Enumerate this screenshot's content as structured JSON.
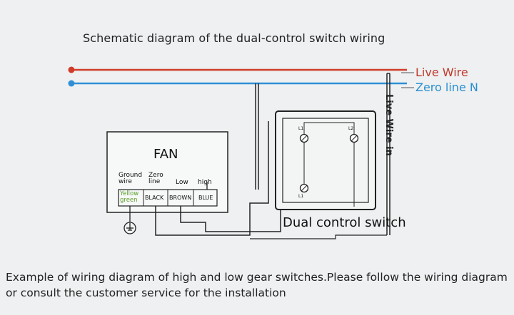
{
  "title": "Schematic diagram of the dual-control switch wiring",
  "wires": {
    "live_label": "Live Wire",
    "zero_label": "Zero line N",
    "live_in_label": "Live Wire in",
    "live_color": "#d23b2a",
    "zero_color": "#2f8fd6"
  },
  "fan": {
    "title": "FAN",
    "ground_label_1": "Ground",
    "ground_label_2": "wire",
    "zero_label_1": "Zero",
    "zero_label_2": "line",
    "low_label": "Low",
    "high_label": "high",
    "terminals": [
      "Yellow green",
      "BLACK",
      "BROWN",
      "BLUE"
    ],
    "terminal_green_1": "Yellow",
    "terminal_green_2": "green",
    "ground_icon": "ground-icon"
  },
  "switch": {
    "label": "Dual control switch",
    "terminal_labels": [
      "L1",
      "L2",
      "L1"
    ]
  },
  "footer": "Example of wiring diagram of high and low gear switches.Please follow the wiring diagram or consult the customer service for the installation"
}
